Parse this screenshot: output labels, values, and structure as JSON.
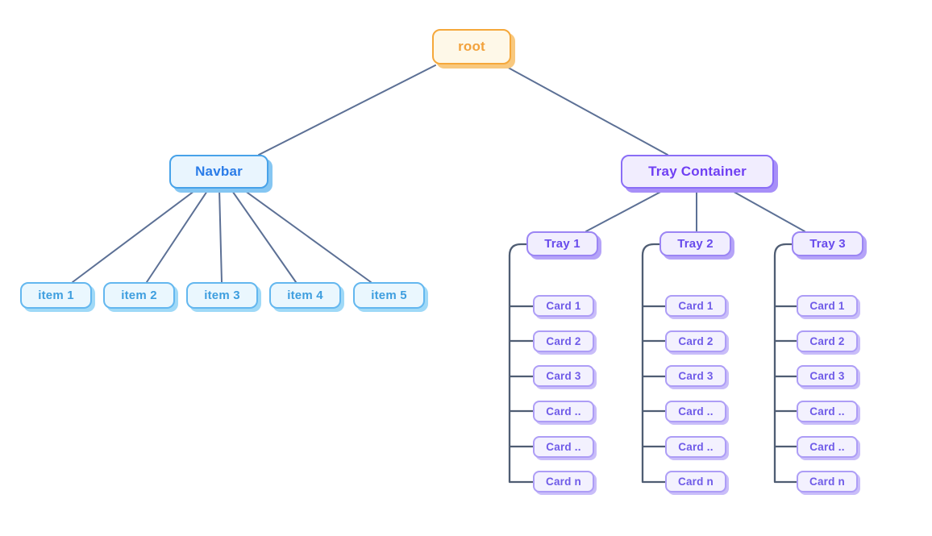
{
  "diagram": {
    "root": {
      "label": "root"
    },
    "navbar": {
      "label": "Navbar",
      "items": [
        "item 1",
        "item 2",
        "item 3",
        "item 4",
        "item 5"
      ]
    },
    "tray_container": {
      "label": "Tray Container",
      "trays": [
        {
          "label": "Tray 1",
          "cards": [
            "Card 1",
            "Card 2",
            "Card 3",
            "Card ..",
            "Card ..",
            "Card n"
          ]
        },
        {
          "label": "Tray 2",
          "cards": [
            "Card 1",
            "Card 2",
            "Card 3",
            "Card ..",
            "Card ..",
            "Card n"
          ]
        },
        {
          "label": "Tray 3",
          "cards": [
            "Card 1",
            "Card 2",
            "Card 3",
            "Card ..",
            "Card ..",
            "Card n"
          ]
        }
      ]
    }
  },
  "colors": {
    "root_bg": "#FEF8E8",
    "root_border": "#F5A83B",
    "root_text": "#F2A23C",
    "root_shadow": "#F8C87E",
    "navbar_bg": "#E9F5FE",
    "navbar_border": "#47A2E9",
    "navbar_text": "#2A7CE8",
    "navbar_shadow": "#85C6F2",
    "item_bg": "#EAF7FE",
    "item_border": "#63B7EF",
    "item_text": "#3E9EDF",
    "item_shadow": "#9FD9F7",
    "tray_container_bg": "#F1EDFE",
    "tray_container_border": "#8A6EF6",
    "tray_container_text": "#6F3FF3",
    "tray_container_shadow": "#A78FF8",
    "tray_bg": "#F1EEFE",
    "tray_border": "#9B85F4",
    "tray_text": "#684BEC",
    "tray_shadow": "#B5A3F8",
    "card_bg": "#F3F1FE",
    "card_border": "#AD9DF6",
    "card_text": "#6F5BE8",
    "card_shadow": "#C9BDF9",
    "diagonal_edge": "#5C7095",
    "elbow_edge": "#4F5D73",
    "canvas_bg": "#FFFFFF"
  }
}
